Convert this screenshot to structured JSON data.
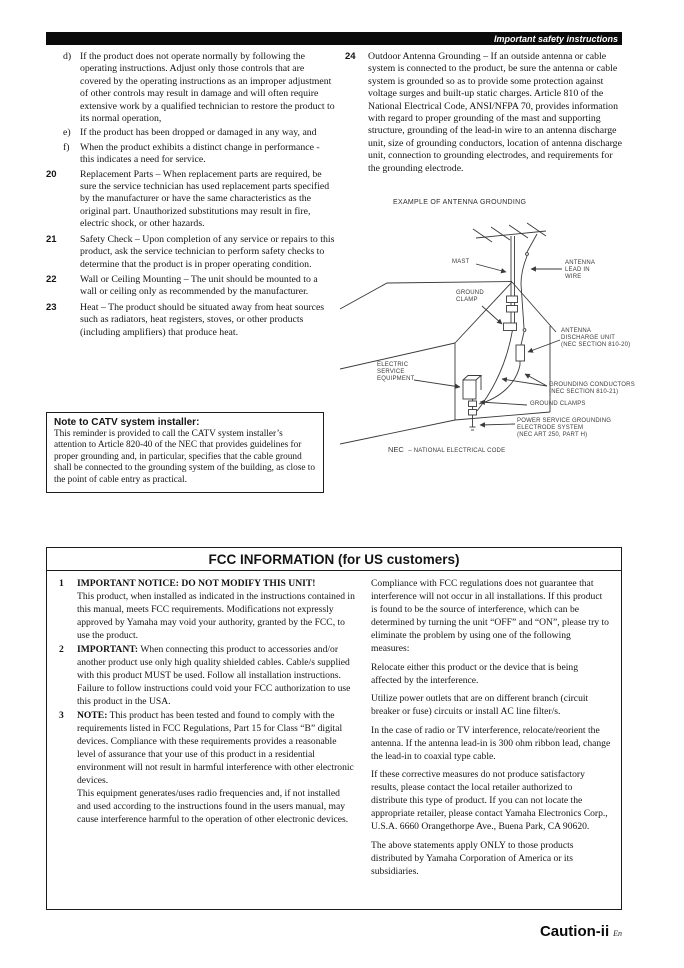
{
  "header": "Important safety instructions",
  "safety": {
    "sub_items": [
      {
        "label": "d)",
        "text": "If the product does not operate normally by following the operating instructions. Adjust only those controls that are covered by the operating instructions as an improper adjustment of other controls may result in damage and will often require extensive work by a qualified technician to restore the product to its normal operation,"
      },
      {
        "label": "e)",
        "text": "If the product has been dropped or damaged in any way, and"
      },
      {
        "label": "f)",
        "text": "When the product exhibits a distinct change in performance - this indicates a need for service."
      }
    ],
    "numbered_items": [
      {
        "num": "20",
        "text": "Replacement Parts – When replacement parts are required, be sure the service technician has used replacement parts specified by the manufacturer or have the same characteristics as the original part. Unauthorized substitutions may result in fire, electric shock, or other hazards."
      },
      {
        "num": "21",
        "text": "Safety Check – Upon completion of any service or repairs to this product, ask the service technician to perform safety checks to determine that the product is in proper operating condition."
      },
      {
        "num": "22",
        "text": "Wall or Ceiling Mounting – The unit should be mounted to a wall or ceiling only as recommended by the manufacturer."
      },
      {
        "num": "23",
        "text": "Heat – The product should be situated away from heat sources such as radiators, heat registers, stoves, or other products (including amplifiers) that produce heat."
      }
    ],
    "item24": {
      "num": "24",
      "text": "Outdoor Antenna Grounding – If an outside antenna or cable system is connected to the product, be sure the antenna or cable system is grounded so as to provide some protection against voltage surges and built-up static charges. Article 810 of the National Electrical Code, ANSI/NFPA 70, provides information with regard to proper grounding of the mast and supporting structure, grounding of the lead-in wire to an antenna discharge unit, size of grounding conductors, location of antenna discharge unit, connection to grounding electrodes, and requirements for the grounding electrode."
    }
  },
  "catv_note": {
    "title": "Note to CATV system installer:",
    "body": "This reminder is provided to call the CATV system installer’s attention to Article 820-40 of the NEC that provides guidelines for proper grounding and, in particular, specifies that the cable ground shall be connected to the grounding system of the building, as close to the point of cable entry as practical."
  },
  "diagram": {
    "caption": "EXAMPLE OF ANTENNA GROUNDING",
    "labels": {
      "mast": "MAST",
      "antenna_lead_in": "ANTENNA\nLEAD IN\nWIRE",
      "ground_clamp": "GROUND\nCLAMP",
      "discharge_unit": "ANTENNA\nDISCHARGE UNIT\n(NEC SECTION 810-20)",
      "electric_service": "ELECTRIC\nSERVICE\nEQUIPMENT",
      "grounding_conductors": "GROUNDING CONDUCTORS\n(NEC SECTION 810-21)",
      "ground_clamps": "GROUND CLAMPS",
      "power_service": "POWER SERVICE GROUNDING\nELECTRODE SYSTEM\n(NEC ART 250, PART H)"
    },
    "nec_note": {
      "abbr": "NEC",
      "rest": "– NATIONAL ELECTRICAL CODE"
    }
  },
  "fcc": {
    "title": "FCC INFORMATION (for US customers)",
    "items": [
      {
        "num": "1",
        "lead": "IMPORTANT NOTICE: DO NOT MODIFY THIS UNIT!",
        "body": "This product, when installed as indicated in the instructions contained in this manual, meets FCC requirements. Modifications not expressly approved by Yamaha may void your authority, granted by the FCC, to use the product."
      },
      {
        "num": "2",
        "lead": "IMPORTANT:",
        "body": "When connecting this product to accessories and/or another product use only high quality shielded cables. Cable/s supplied with this product MUST be used. Follow all installation instructions. Failure to follow instructions could void your FCC authorization to use this product in the USA."
      },
      {
        "num": "3",
        "lead": "NOTE:",
        "body": "This product has been tested and found to comply with the requirements listed in FCC Regulations, Part 15 for Class “B” digital devices. Compliance with these requirements provides a reasonable level of assurance that your use of this product in a residential environment will not result in harmful interference with other electronic devices.",
        "body2": "This equipment generates/uses radio frequencies and, if not installed and used according to the instructions found in the users manual, may cause interference harmful to the operation of other electronic devices."
      }
    ],
    "right_paragraphs": [
      "Compliance with FCC regulations does not guarantee that interference will not occur in all installations. If this product is found to be the source of interference, which can be determined by turning the unit “OFF” and “ON”, please try to eliminate the problem by using one of the following measures:",
      "Relocate either this product or the device that is being affected by the interference.",
      "Utilize power outlets that are on different branch (circuit breaker or fuse) circuits or install AC line filter/s.",
      "In the case of radio or TV interference, relocate/reorient the antenna. If the antenna lead-in is 300 ohm ribbon lead, change the lead-in to coaxial type cable.",
      "If these corrective measures do not produce satisfactory results, please contact the local retailer authorized to distribute this type of product. If you can not locate the appropriate retailer, please contact Yamaha Electronics Corp., U.S.A. 6660 Orangethorpe Ave., Buena Park, CA 90620.",
      "The above statements apply ONLY to those products distributed by Yamaha Corporation of America or its subsidiaries."
    ]
  },
  "footer": {
    "caution": "Caution-ii",
    "lang": "En"
  }
}
